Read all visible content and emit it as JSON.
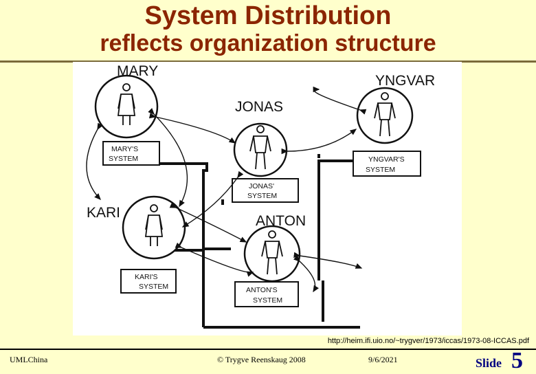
{
  "title": {
    "line1": "System Distribution",
    "line2": "reflects organization structure"
  },
  "diagram": {
    "people": [
      "MARY",
      "JONAS",
      "YNGVAR",
      "KARI",
      "ANTON"
    ],
    "systems": {
      "mary": [
        "MARY'S",
        "SYSTEM"
      ],
      "jonas": [
        "JONAS'",
        "SYSTEM"
      ],
      "yngvar": [
        "YNGVAR'S",
        "SYSTEM"
      ],
      "kari": [
        "KARI'S",
        "SYSTEM"
      ],
      "anton": [
        "ANTON'S",
        "SYSTEM"
      ]
    }
  },
  "source_url": "http://heim.ifi.uio.no/~trygver/1973/iccas/1973-08-ICCAS.pdf",
  "footer": {
    "left": "UMLChina",
    "center": "© Trygve Reenskaug 2008",
    "date": "9/6/2021",
    "slide_label": "Slide",
    "slide_number": "5"
  }
}
